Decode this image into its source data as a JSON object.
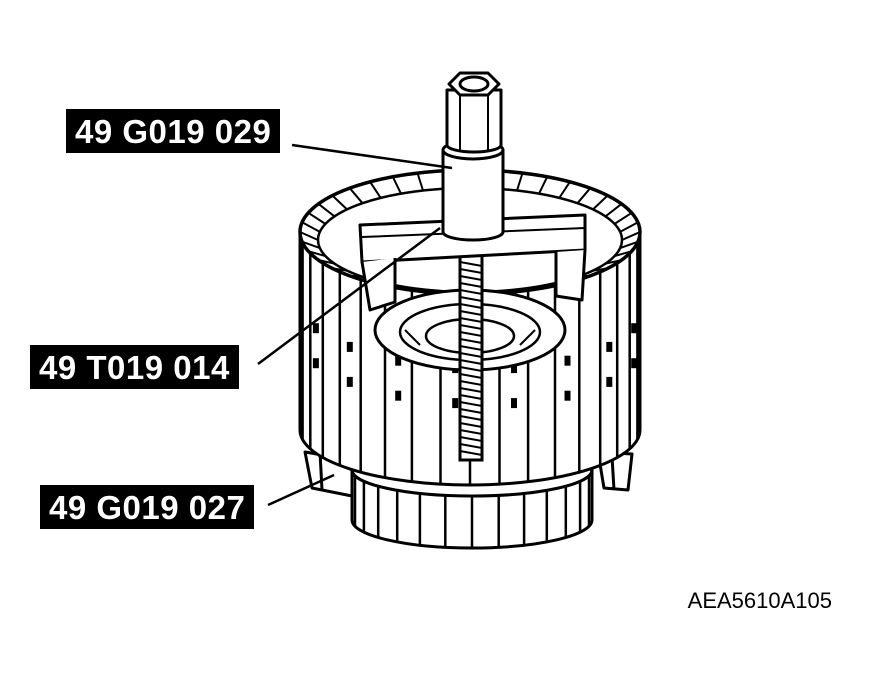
{
  "labels": {
    "upper_tool": "49 G019 029",
    "middle_tool": "49 T019 014",
    "lower_tool": "49 G019 027"
  },
  "figure_code": "AEA5610A105",
  "colors": {
    "ink": "#000000",
    "paper": "#ffffff"
  }
}
